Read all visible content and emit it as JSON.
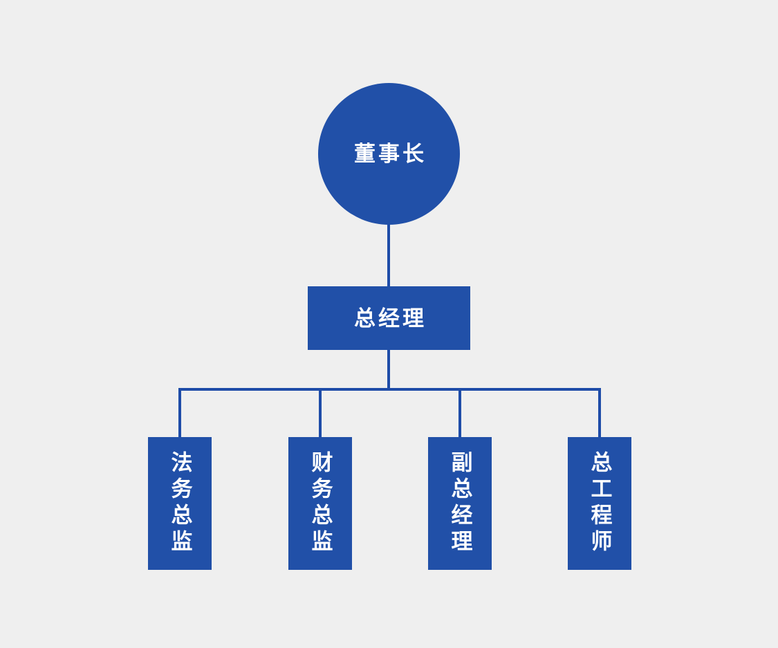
{
  "colors": {
    "bg": "#efefef",
    "node_fill": "#2150a8",
    "line": "#1e4ca8",
    "text": "#ffffff"
  },
  "diagram": {
    "type": "org-chart",
    "root": {
      "label": "董事长",
      "shape": "circle"
    },
    "manager": {
      "label": "总经理",
      "shape": "rectangle"
    },
    "children": [
      {
        "label": "法务总监",
        "shape": "vertical-rectangle"
      },
      {
        "label": "财务总监",
        "shape": "vertical-rectangle"
      },
      {
        "label": "副总经理",
        "shape": "vertical-rectangle"
      },
      {
        "label": "总工程师",
        "shape": "vertical-rectangle"
      }
    ],
    "edges": [
      {
        "from": "董事长",
        "to": "总经理"
      },
      {
        "from": "总经理",
        "to": "法务总监"
      },
      {
        "from": "总经理",
        "to": "财务总监"
      },
      {
        "from": "总经理",
        "to": "副总经理"
      },
      {
        "from": "总经理",
        "to": "总工程师"
      }
    ]
  }
}
